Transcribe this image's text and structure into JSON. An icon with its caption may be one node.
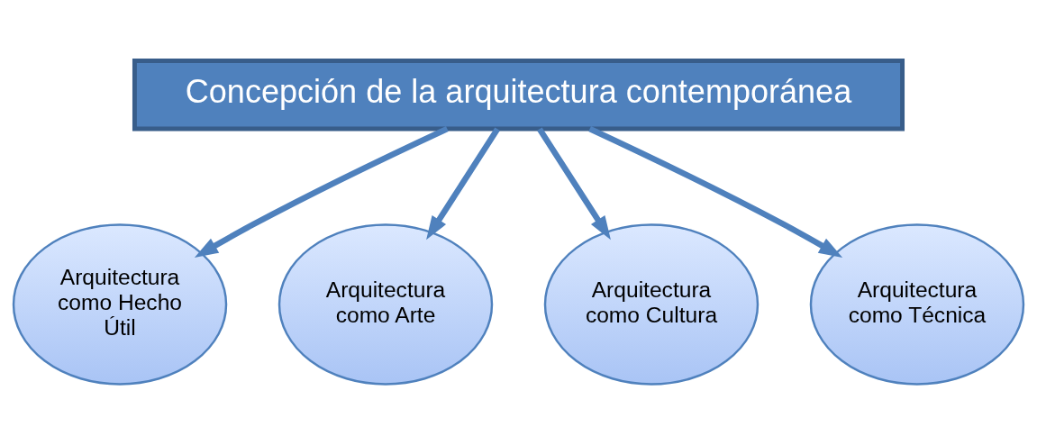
{
  "diagram": {
    "nodes": [
      {
        "text": [
          "Concepción de la arquitectura contemporánea"
        ]
      },
      {
        "text": [
          "Arquitectura como Hecho Útil"
        ]
      },
      {
        "text": [
          "Arquitectura como Arte"
        ]
      },
      {
        "text": [
          "Arquitectura como Cultura"
        ]
      },
      {
        "text": [
          "Arquitectura como Técnica"
        ]
      }
    ],
    "edges": [
      {
        "from": 0,
        "to": 1,
        "arrow": "to"
      },
      {
        "from": 0,
        "to": 2,
        "arrow": "to"
      },
      {
        "from": 0,
        "to": 3,
        "arrow": "to"
      },
      {
        "from": 0,
        "to": 4,
        "arrow": "to"
      }
    ]
  }
}
